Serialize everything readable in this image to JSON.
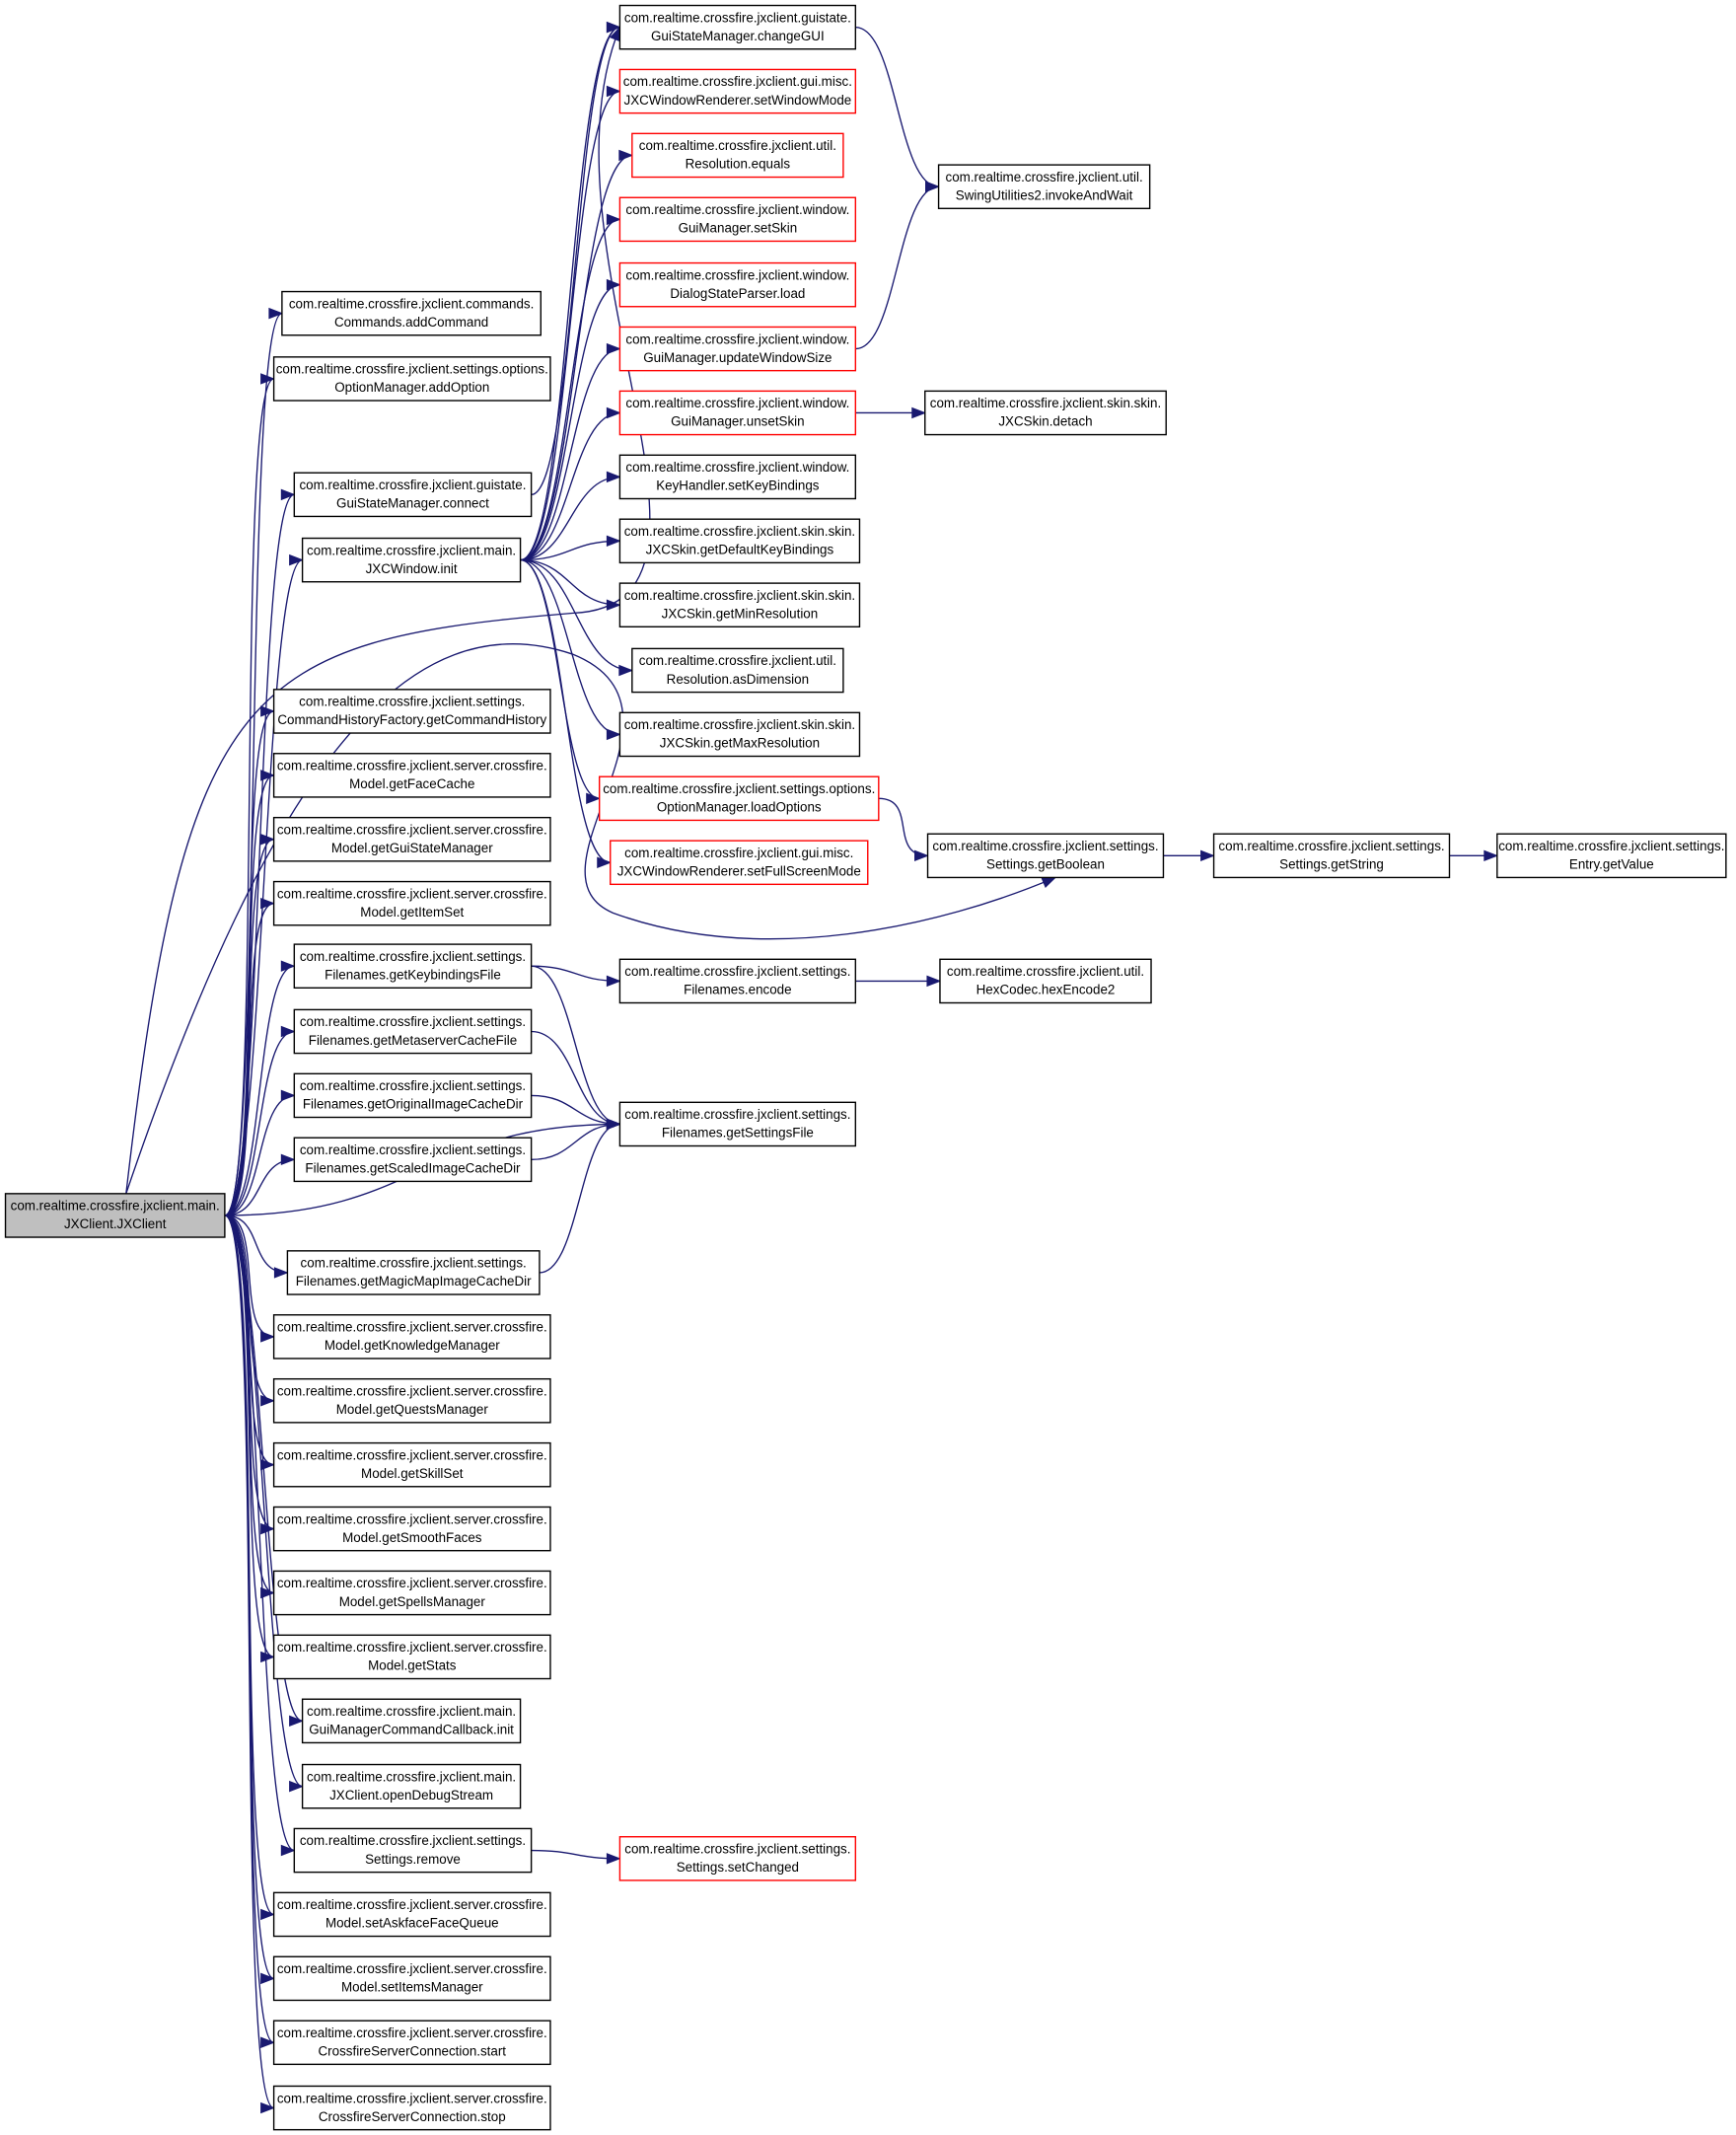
{
  "colors": {
    "edge": "#191970",
    "node_border": "#000000",
    "highlight_border": "#ff0000",
    "root_fill": "#bfbfbf",
    "node_fill": "#ffffff"
  },
  "nodes": [
    {
      "id": "root",
      "lines": [
        "com.realtime.crossfire.jxclient.main.",
        "JXClient.JXClient"
      ],
      "style": "root"
    },
    {
      "id": "addCommand",
      "lines": [
        "com.realtime.crossfire.jxclient.commands.",
        "Commands.addCommand"
      ]
    },
    {
      "id": "addOption",
      "lines": [
        "com.realtime.crossfire.jxclient.settings.options.",
        "OptionManager.addOption"
      ]
    },
    {
      "id": "connect",
      "lines": [
        "com.realtime.crossfire.jxclient.guistate.",
        "GuiStateManager.connect"
      ]
    },
    {
      "id": "jxcInit",
      "lines": [
        "com.realtime.crossfire.jxclient.main.",
        "JXCWindow.init"
      ]
    },
    {
      "id": "getCommandHistory",
      "lines": [
        "com.realtime.crossfire.jxclient.settings.",
        "CommandHistoryFactory.getCommandHistory"
      ]
    },
    {
      "id": "getFaceCache",
      "lines": [
        "com.realtime.crossfire.jxclient.server.crossfire.",
        "Model.getFaceCache"
      ]
    },
    {
      "id": "getGuiStateManager",
      "lines": [
        "com.realtime.crossfire.jxclient.server.crossfire.",
        "Model.getGuiStateManager"
      ]
    },
    {
      "id": "getItemSet",
      "lines": [
        "com.realtime.crossfire.jxclient.server.crossfire.",
        "Model.getItemSet"
      ]
    },
    {
      "id": "getKeybindingsFile",
      "lines": [
        "com.realtime.crossfire.jxclient.settings.",
        "Filenames.getKeybindingsFile"
      ]
    },
    {
      "id": "getMetaserverCacheFile",
      "lines": [
        "com.realtime.crossfire.jxclient.settings.",
        "Filenames.getMetaserverCacheFile"
      ]
    },
    {
      "id": "getOriginalImageCacheDir",
      "lines": [
        "com.realtime.crossfire.jxclient.settings.",
        "Filenames.getOriginalImageCacheDir"
      ]
    },
    {
      "id": "getScaledImageCacheDir",
      "lines": [
        "com.realtime.crossfire.jxclient.settings.",
        "Filenames.getScaledImageCacheDir"
      ]
    },
    {
      "id": "getMagicMapImageCacheDir",
      "lines": [
        "com.realtime.crossfire.jxclient.settings.",
        "Filenames.getMagicMapImageCacheDir"
      ]
    },
    {
      "id": "getKnowledgeManager",
      "lines": [
        "com.realtime.crossfire.jxclient.server.crossfire.",
        "Model.getKnowledgeManager"
      ]
    },
    {
      "id": "getQuestsManager",
      "lines": [
        "com.realtime.crossfire.jxclient.server.crossfire.",
        "Model.getQuestsManager"
      ]
    },
    {
      "id": "getSkillSet",
      "lines": [
        "com.realtime.crossfire.jxclient.server.crossfire.",
        "Model.getSkillSet"
      ]
    },
    {
      "id": "getSmoothFaces",
      "lines": [
        "com.realtime.crossfire.jxclient.server.crossfire.",
        "Model.getSmoothFaces"
      ]
    },
    {
      "id": "getSpellsManager",
      "lines": [
        "com.realtime.crossfire.jxclient.server.crossfire.",
        "Model.getSpellsManager"
      ]
    },
    {
      "id": "getStats",
      "lines": [
        "com.realtime.crossfire.jxclient.server.crossfire.",
        "Model.getStats"
      ]
    },
    {
      "id": "gmccInit",
      "lines": [
        "com.realtime.crossfire.jxclient.main.",
        "GuiManagerCommandCallback.init"
      ]
    },
    {
      "id": "openDebugStream",
      "lines": [
        "com.realtime.crossfire.jxclient.main.",
        "JXClient.openDebugStream"
      ]
    },
    {
      "id": "remove",
      "lines": [
        "com.realtime.crossfire.jxclient.settings.",
        "Settings.remove"
      ]
    },
    {
      "id": "setAskfaceFaceQueue",
      "lines": [
        "com.realtime.crossfire.jxclient.server.crossfire.",
        "Model.setAskfaceFaceQueue"
      ]
    },
    {
      "id": "setItemsManager",
      "lines": [
        "com.realtime.crossfire.jxclient.server.crossfire.",
        "Model.setItemsManager"
      ]
    },
    {
      "id": "start",
      "lines": [
        "com.realtime.crossfire.jxclient.server.crossfire.",
        "CrossfireServerConnection.start"
      ]
    },
    {
      "id": "stop",
      "lines": [
        "com.realtime.crossfire.jxclient.server.crossfire.",
        "CrossfireServerConnection.stop"
      ]
    },
    {
      "id": "changeGUI",
      "lines": [
        "com.realtime.crossfire.jxclient.guistate.",
        "GuiStateManager.changeGUI"
      ]
    },
    {
      "id": "setWindowMode",
      "lines": [
        "com.realtime.crossfire.jxclient.gui.misc.",
        "JXCWindowRenderer.setWindowMode"
      ],
      "style": "red"
    },
    {
      "id": "resEquals",
      "lines": [
        "com.realtime.crossfire.jxclient.util.",
        "Resolution.equals"
      ],
      "style": "red"
    },
    {
      "id": "setSkin",
      "lines": [
        "com.realtime.crossfire.jxclient.window.",
        "GuiManager.setSkin"
      ],
      "style": "red"
    },
    {
      "id": "dspLoad",
      "lines": [
        "com.realtime.crossfire.jxclient.window.",
        "DialogStateParser.load"
      ],
      "style": "red"
    },
    {
      "id": "updateWindowSize",
      "lines": [
        "com.realtime.crossfire.jxclient.window.",
        "GuiManager.updateWindowSize"
      ],
      "style": "red"
    },
    {
      "id": "unsetSkin",
      "lines": [
        "com.realtime.crossfire.jxclient.window.",
        "GuiManager.unsetSkin"
      ],
      "style": "red"
    },
    {
      "id": "setKeyBindings",
      "lines": [
        "com.realtime.crossfire.jxclient.window.",
        "KeyHandler.setKeyBindings"
      ]
    },
    {
      "id": "getDefaultKeyBindings",
      "lines": [
        "com.realtime.crossfire.jxclient.skin.skin.",
        "JXCSkin.getDefaultKeyBindings"
      ]
    },
    {
      "id": "getMinResolution",
      "lines": [
        "com.realtime.crossfire.jxclient.skin.skin.",
        "JXCSkin.getMinResolution"
      ]
    },
    {
      "id": "asDimension",
      "lines": [
        "com.realtime.crossfire.jxclient.util.",
        "Resolution.asDimension"
      ]
    },
    {
      "id": "getMaxResolution",
      "lines": [
        "com.realtime.crossfire.jxclient.skin.skin.",
        "JXCSkin.getMaxResolution"
      ]
    },
    {
      "id": "loadOptions",
      "lines": [
        "com.realtime.crossfire.jxclient.settings.options.",
        "OptionManager.loadOptions"
      ],
      "style": "red"
    },
    {
      "id": "setFullScreenMode",
      "lines": [
        "com.realtime.crossfire.jxclient.gui.misc.",
        "JXCWindowRenderer.setFullScreenMode"
      ],
      "style": "red"
    },
    {
      "id": "encode",
      "lines": [
        "com.realtime.crossfire.jxclient.settings.",
        "Filenames.encode"
      ]
    },
    {
      "id": "getSettingsFile",
      "lines": [
        "com.realtime.crossfire.jxclient.settings.",
        "Filenames.getSettingsFile"
      ]
    },
    {
      "id": "setChanged",
      "lines": [
        "com.realtime.crossfire.jxclient.settings.",
        "Settings.setChanged"
      ],
      "style": "red"
    },
    {
      "id": "invokeAndWait",
      "lines": [
        "com.realtime.crossfire.jxclient.util.",
        "SwingUtilities2.invokeAndWait"
      ]
    },
    {
      "id": "detach",
      "lines": [
        "com.realtime.crossfire.jxclient.skin.skin.",
        "JXCSkin.detach"
      ]
    },
    {
      "id": "getBoolean",
      "lines": [
        "com.realtime.crossfire.jxclient.settings.",
        "Settings.getBoolean"
      ]
    },
    {
      "id": "hexEncode2",
      "lines": [
        "com.realtime.crossfire.jxclient.util.",
        "HexCodec.hexEncode2"
      ]
    },
    {
      "id": "getString",
      "lines": [
        "com.realtime.crossfire.jxclient.settings.",
        "Settings.getString"
      ]
    },
    {
      "id": "getValue",
      "lines": [
        "com.realtime.crossfire.jxclient.settings.",
        "Entry.getValue"
      ]
    }
  ]
}
